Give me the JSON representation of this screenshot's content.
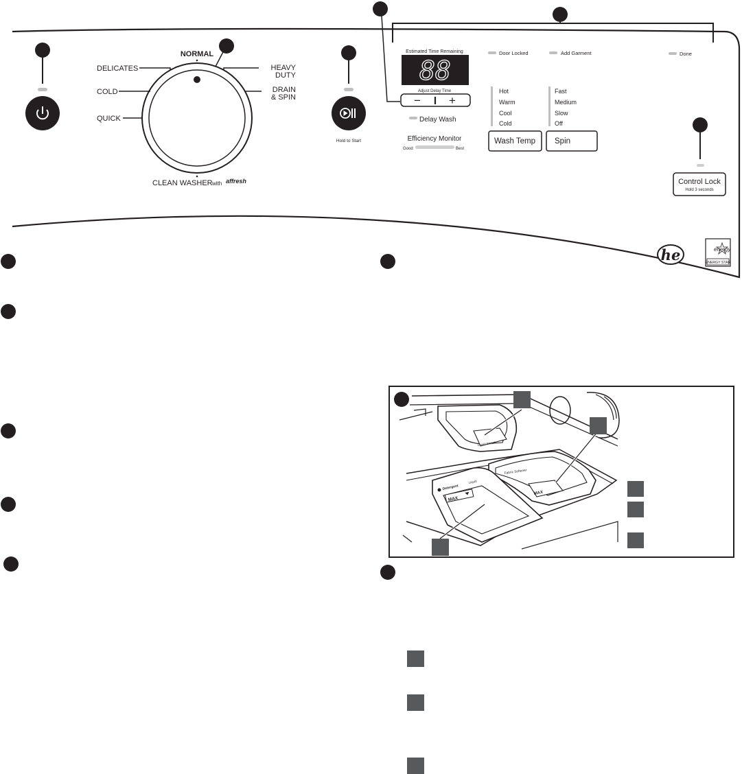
{
  "colors": {
    "ink": "#231f20",
    "indicator_light": "#bfbfbf",
    "display_background": "#231f20",
    "callout_square": "#58595b"
  },
  "cycle_dial": {
    "normal": "NORMAL",
    "delicates": "DELICATES",
    "cold": "COLD",
    "quick": "QUICK",
    "heavy_duty_line1": "HEAVY",
    "heavy_duty_line2": "DUTY",
    "drain_spin_line1": "DRAIN",
    "drain_spin_line2": "& SPIN",
    "clean_washer": "CLEAN WASHER",
    "clean_washer_with": "with",
    "clean_washer_brand": "affresh"
  },
  "power_button": {
    "icon": "power-icon"
  },
  "start_button": {
    "icon": "play-pause-icon",
    "caption": "Hold to Start"
  },
  "display": {
    "title": "Estimated Time Remaining",
    "digits": "88",
    "adjust_label": "Adjust Delay Time",
    "minus": "−",
    "plus": "+",
    "delay_wash": "Delay Wash",
    "efficiency_title": "Efficiency Monitor",
    "efficiency_left": "Good",
    "efficiency_right": "Best"
  },
  "status_lights": {
    "door_locked": "Door Locked",
    "add_garment": "Add Garment",
    "done": "Done"
  },
  "wash_temp": {
    "options": [
      "Hot",
      "Warm",
      "Cool",
      "Cold"
    ],
    "button": "Wash Temp"
  },
  "spin": {
    "options": [
      "Fast",
      "Medium",
      "Slow",
      "Off"
    ],
    "button": "Spin"
  },
  "control_lock": {
    "button": "Control Lock",
    "sub": "Hold 3 seconds"
  },
  "logos": {
    "he": "he",
    "energy_star_script": "energy",
    "energy_star_label": "ENERGY STAR"
  },
  "dispenser": {
    "liquid_bleach": "Liquid Bleach",
    "fabric_softener": "Fabric Softener",
    "detergent": "Detergent",
    "liquid": "Liquid",
    "max": "MAX"
  }
}
